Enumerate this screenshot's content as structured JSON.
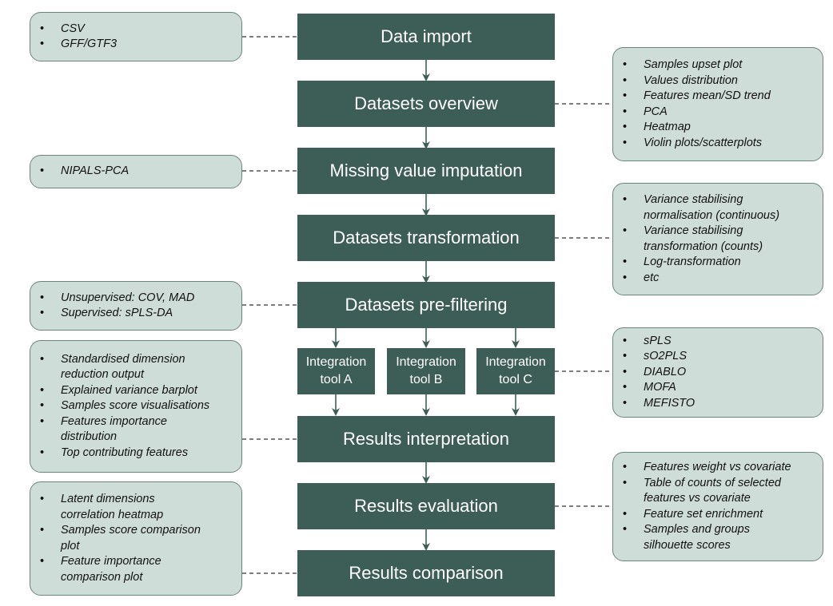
{
  "steps": {
    "data_import": "Data import",
    "datasets_overview": "Datasets overview",
    "missing_value_imputation": "Missing value imputation",
    "datasets_transformation": "Datasets transformation",
    "datasets_prefiltering": "Datasets pre-filtering",
    "results_interpretation": "Results interpretation",
    "results_evaluation": "Results evaluation",
    "results_comparison": "Results comparison"
  },
  "tools": {
    "a": {
      "line1": "Integration",
      "line2": "tool A"
    },
    "b": {
      "line1": "Integration",
      "line2": "tool B"
    },
    "c": {
      "line1": "Integration",
      "line2": "tool C"
    }
  },
  "notes": {
    "data_import": [
      "CSV",
      "GFF/GTF3"
    ],
    "datasets_overview": [
      "Samples upset plot",
      "Values distribution",
      "Features mean/SD trend",
      "PCA",
      "Heatmap",
      "Violin plots/scatterplots"
    ],
    "missing_value_imputation": [
      "NIPALS-PCA"
    ],
    "datasets_transformation": [
      "Variance stabilising\nnormalisation (continuous)",
      "Variance stabilising\ntransformation (counts)",
      "Log-transformation",
      "etc"
    ],
    "datasets_prefiltering": [
      "Unsupervised: COV, MAD",
      "Supervised: sPLS-DA"
    ],
    "integration_tools": [
      "sPLS",
      "sO2PLS",
      "DIABLO",
      "MOFA",
      "MEFISTO"
    ],
    "results_interpretation": [
      "Standardised dimension\nreduction output",
      "Explained variance barplot",
      "Samples score visualisations",
      "Features importance\ndistribution",
      "Top contributing features"
    ],
    "results_evaluation": [
      "Features weight vs covariate",
      "Table of counts of selected\nfeatures vs covariate",
      "Feature set enrichment",
      "Samples and groups\nsilhouette scores"
    ],
    "results_comparison": [
      "Latent dimensions\n correlation heatmap",
      "Samples score comparison\nplot",
      "Feature importance\ncomparison plot"
    ]
  },
  "colors": {
    "box": "#3d5e56",
    "note_fill": "#cfddd9",
    "note_border": "#6a8580",
    "connector": "#3d5e56"
  }
}
